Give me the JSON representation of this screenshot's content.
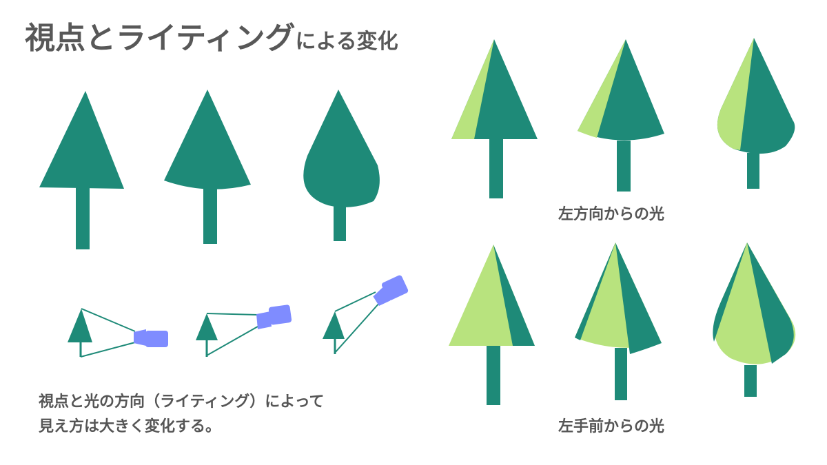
{
  "title": {
    "main": "視点とライティング",
    "suffix": "による変化"
  },
  "caption": {
    "line1": "視点と光の方向（ライティング）によって",
    "line2": "見え方は大きく変化する。"
  },
  "labels": {
    "left_light": "左方向からの光",
    "front_left_light": "左手前からの光"
  },
  "colors": {
    "tree_dark": "#1e8a78",
    "tree_light": "#b8e37e",
    "camera_blue": "#7f8cff",
    "text_gray": "#585858"
  }
}
